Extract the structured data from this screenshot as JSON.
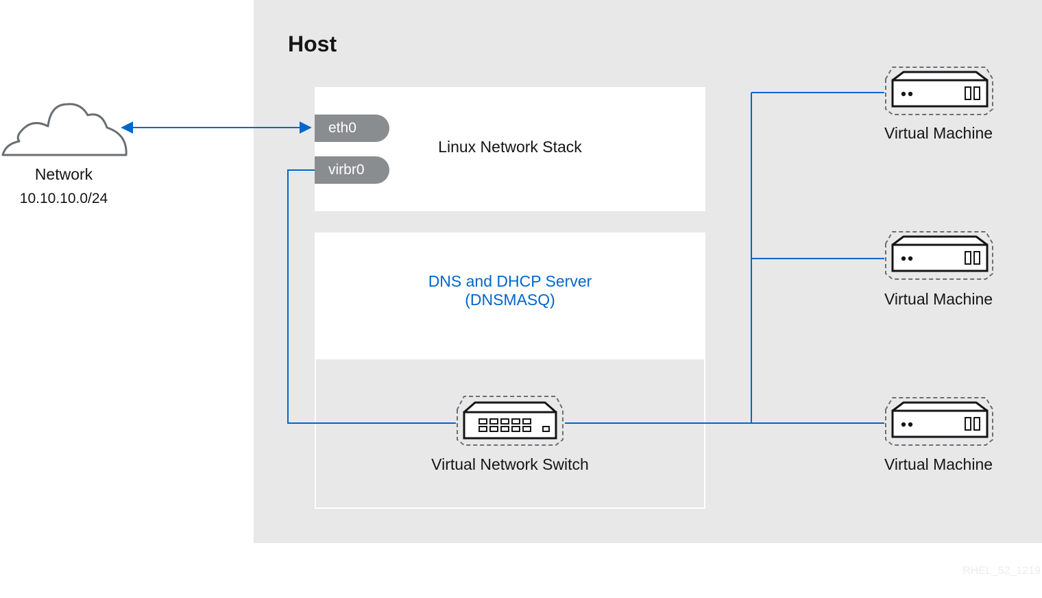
{
  "host": {
    "title": "Host"
  },
  "network": {
    "label": "Network",
    "subnet": "10.10.10.0/24",
    "icon": "cloud-icon"
  },
  "interfaces": [
    {
      "label": "eth0"
    },
    {
      "label": "virbr0"
    }
  ],
  "stack": {
    "label": "Linux Network Stack"
  },
  "dns": {
    "line1": "DNS and DHCP Server",
    "line2": "(DNSMASQ)"
  },
  "switch": {
    "label": "Virtual Network Switch",
    "icon": "network-switch-icon"
  },
  "vms": [
    {
      "label": "Virtual Machine",
      "icon": "server-icon"
    },
    {
      "label": "Virtual Machine",
      "icon": "server-icon"
    },
    {
      "label": "Virtual Machine",
      "icon": "server-icon"
    }
  ],
  "watermark": "RHEL_52_1219",
  "colors": {
    "link": "#0066cc",
    "host_bg": "#e8e8e8",
    "interface": "#8a8d90",
    "icon_stroke": "#151515"
  }
}
